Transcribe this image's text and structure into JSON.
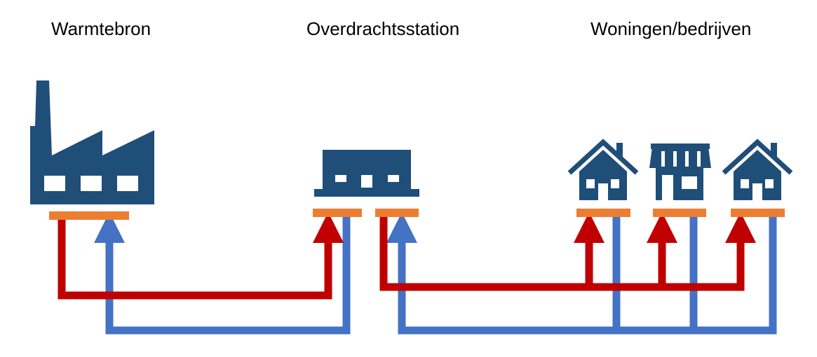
{
  "labels": {
    "source": "Warmtebron",
    "station": "Overdrachtsstation",
    "consumers": "Woningen/bedrijven"
  },
  "colors": {
    "building": "#1f4e79",
    "supply": "#c00000",
    "return": "#4472c4",
    "exchanger": "#ed7d31",
    "background": "#ffffff"
  },
  "icons": [
    "factory-icon",
    "substation-icon",
    "house-icon",
    "shop-icon",
    "house-icon"
  ]
}
